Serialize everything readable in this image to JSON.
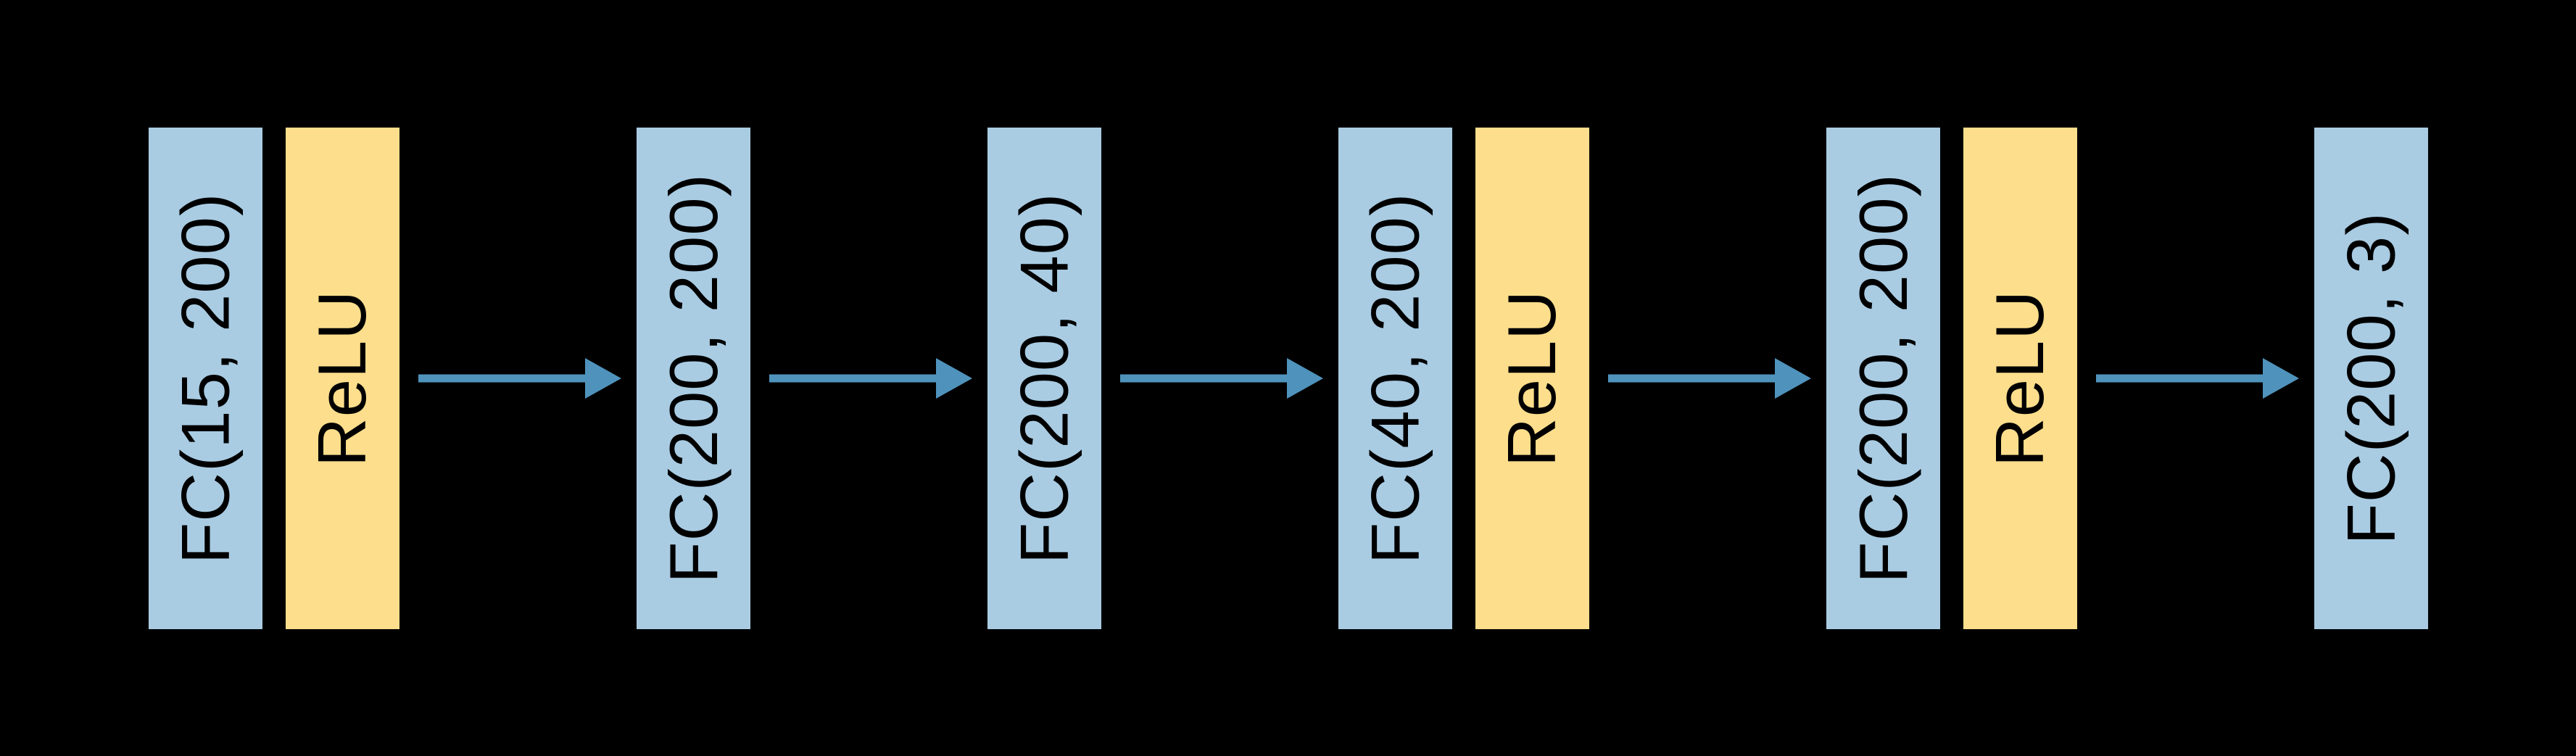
{
  "diagram": {
    "description": "Fully-connected neural network architecture: sequence of FC layers and ReLU activations connected by right-pointing arrows",
    "items": [
      {
        "kind": "layer",
        "type": "fc",
        "label": "FC(15, 200)"
      },
      {
        "kind": "layer",
        "type": "relu",
        "label": "ReLU"
      },
      {
        "kind": "arrow"
      },
      {
        "kind": "layer",
        "type": "fc",
        "label": "FC(200, 200)"
      },
      {
        "kind": "arrow"
      },
      {
        "kind": "layer",
        "type": "fc",
        "label": "FC(200, 40)"
      },
      {
        "kind": "arrow"
      },
      {
        "kind": "layer",
        "type": "fc",
        "label": "FC(40, 200)"
      },
      {
        "kind": "layer",
        "type": "relu",
        "label": "ReLU"
      },
      {
        "kind": "arrow"
      },
      {
        "kind": "layer",
        "type": "fc",
        "label": "FC(200, 200)"
      },
      {
        "kind": "layer",
        "type": "relu",
        "label": "ReLU"
      },
      {
        "kind": "arrow"
      },
      {
        "kind": "layer",
        "type": "fc",
        "label": "FC(200, 3)"
      }
    ],
    "colors": {
      "background": "#000000",
      "fc_layer_fill": "#A9CCE3",
      "relu_fill": "#FDDE8C",
      "arrow": "#4F93BC",
      "label_text": "#000000"
    }
  }
}
